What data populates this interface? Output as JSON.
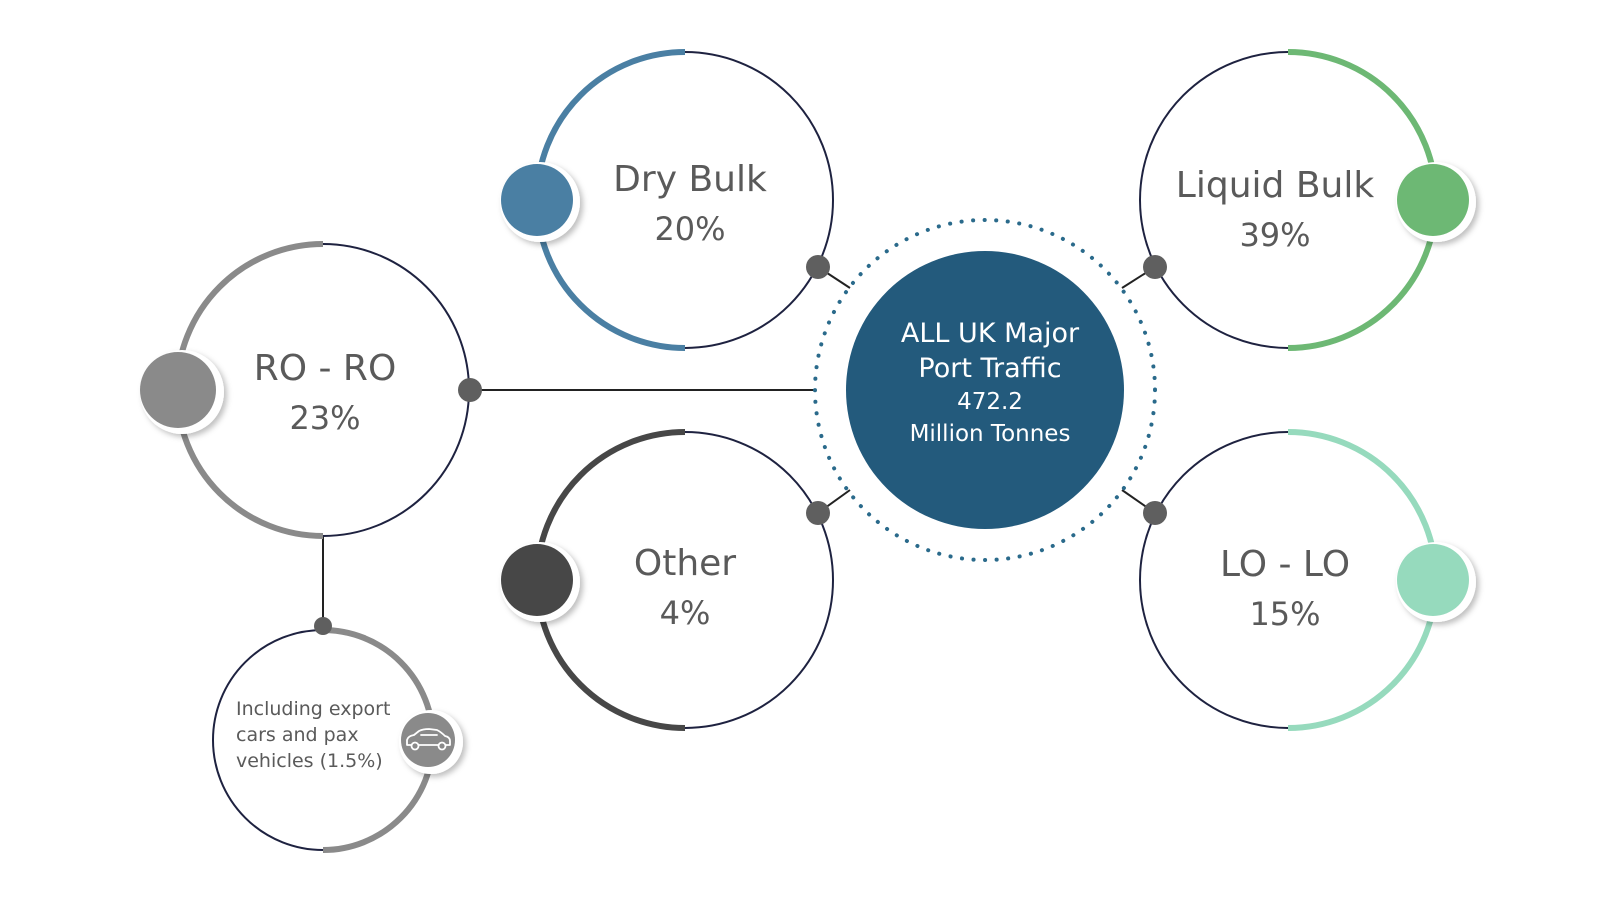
{
  "center": {
    "line1": "ALL UK Major",
    "line2": "Port Traffic",
    "value": "472.2",
    "unit": "Million Tonnes",
    "fill_color": "#235a7c",
    "dots_color": "#2a6a8b"
  },
  "segments": [
    {
      "key": "dry_bulk",
      "name": "Dry Bulk",
      "percent": "20%",
      "value": 20,
      "color": "#4a7fa3"
    },
    {
      "key": "liquid_bulk",
      "name": "Liquid Bulk",
      "percent": "39%",
      "value": 39,
      "color": "#6db874"
    },
    {
      "key": "ro_ro",
      "name": "RO - RO",
      "percent": "23%",
      "value": 23,
      "color": "#8a8a8a"
    },
    {
      "key": "other",
      "name": "Other",
      "percent": "4%",
      "value": 4,
      "color": "#474747"
    },
    {
      "key": "lo_lo",
      "name": "LO - LO",
      "percent": "15%",
      "value": 15,
      "color": "#96dabd"
    }
  ],
  "ro_ro_note": {
    "line1": "Including export",
    "line2": "cars and pax",
    "line3": "vehicles (1.5%)",
    "icon": "car-icon",
    "color": "#8a8a8a"
  },
  "colors": {
    "ring_outline": "#1e2240",
    "connector": "#222222",
    "node_dot": "#5f5f5f",
    "text": "#5a5a5a"
  }
}
